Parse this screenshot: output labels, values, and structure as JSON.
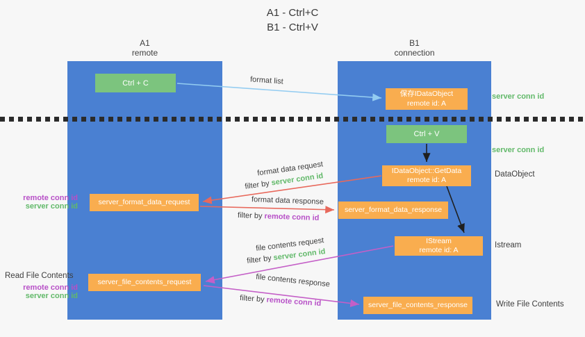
{
  "title": {
    "line1": "A1 - Ctrl+C",
    "line2": "B1 - Ctrl+V"
  },
  "lifelines": {
    "left": {
      "name": "A1",
      "role": "remote"
    },
    "right": {
      "name": "B1",
      "role": "connection"
    }
  },
  "nodes": {
    "ctrl_c": {
      "label": "Ctrl + C"
    },
    "ctrl_v": {
      "label": "Ctrl + V"
    },
    "save_dataobject": {
      "line1": "保存IDataObject",
      "line2": "remote id: A"
    },
    "getdata": {
      "line1": "IDataObject::GetData",
      "line2": "remote id: A"
    },
    "istream": {
      "line1": "IStream",
      "line2": "remote id: A"
    },
    "format_request": {
      "label": "server_format_data_request"
    },
    "format_response": {
      "label": "server_format_data_response"
    },
    "file_request": {
      "label": "server_file_contents_request"
    },
    "file_response": {
      "label": "server_file_contents_response"
    }
  },
  "arrows": {
    "format_list": {
      "label": "format list"
    },
    "format_request": {
      "label": "format data request",
      "filter_prefix": "filter by ",
      "filter_value": "server conn id"
    },
    "format_response": {
      "label": "format data response",
      "filter_prefix": "filter by ",
      "filter_value": "remote conn id"
    },
    "file_request": {
      "label": "file contents request",
      "filter_prefix": "filter by ",
      "filter_value": "server conn id"
    },
    "file_response": {
      "label": "file contents response",
      "filter_prefix": "filter by ",
      "filter_value": "remote conn id"
    }
  },
  "annotations": {
    "server_conn_id_top": "server conn id",
    "server_conn_id_mid": "server conn id",
    "dataobject": "DataObject",
    "istream": "Istream",
    "read_file_contents": "Read File Contents",
    "write_file_contents": "Write File Contents",
    "format_ids": {
      "remote": "remote conn id",
      "server": "server conn id"
    },
    "file_ids": {
      "remote": "remote conn id",
      "server": "server conn id"
    }
  },
  "colors": {
    "lifeline_blue": "#4a80d2",
    "action_green": "#7cc47e",
    "message_orange": "#f9ad4f",
    "server_conn_id_green": "#62b96a",
    "remote_conn_id_purple": "#b750c7",
    "format_arrow_red": "#e8695c",
    "file_arrow_magenta": "#c45fc7",
    "format_list_arrow_blue": "#93ccf1",
    "control_arrow_black": "#1f1f1f",
    "background": "#f7f7f7",
    "text_dark": "#3d3d3d"
  }
}
